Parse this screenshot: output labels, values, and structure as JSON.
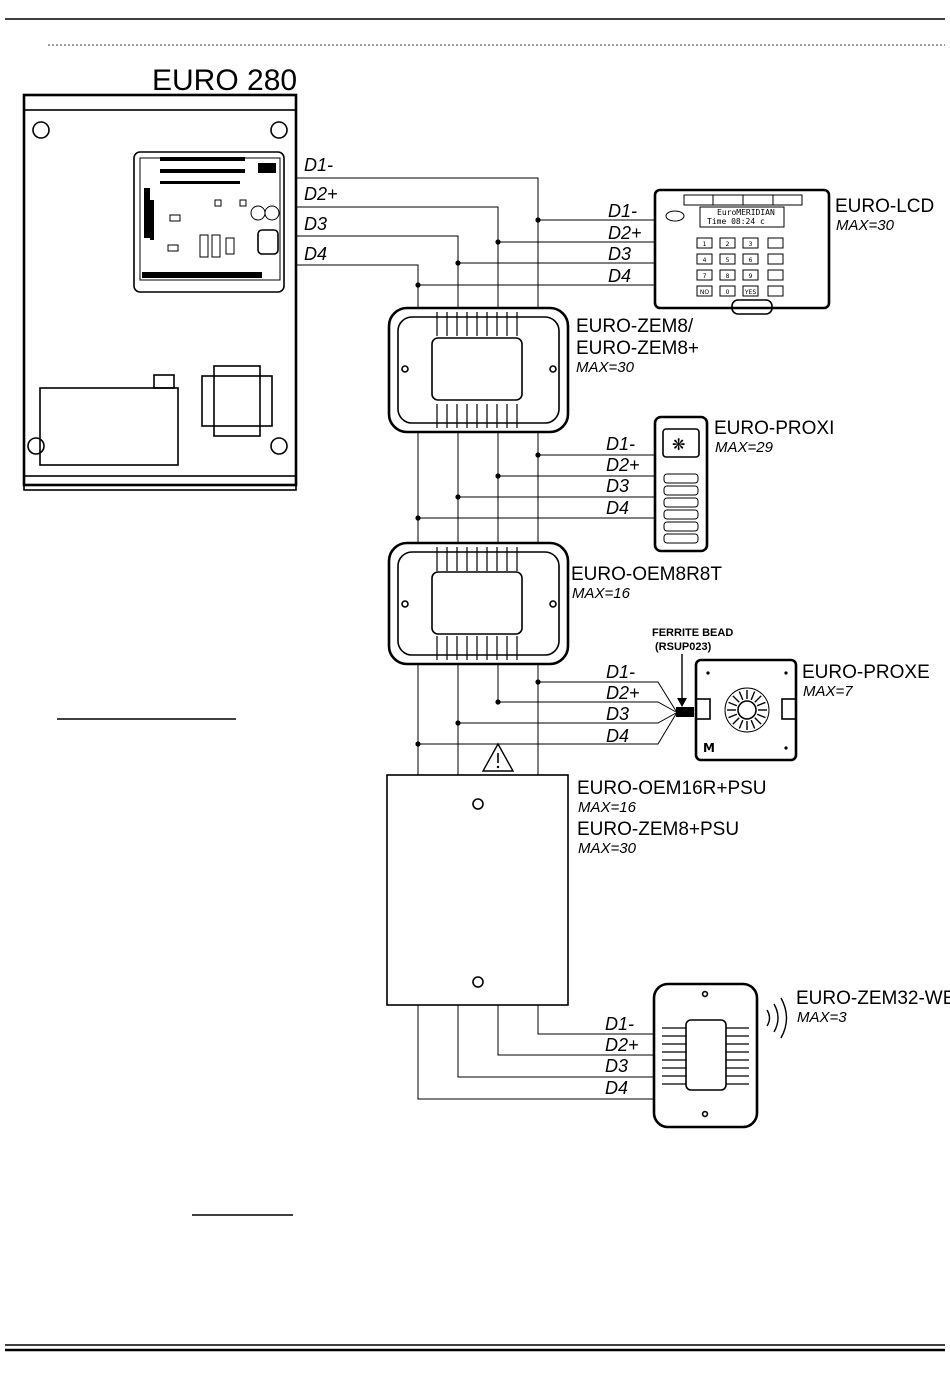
{
  "panel": {
    "title": "EURO 280"
  },
  "bus": {
    "main": [
      "D1-",
      "D2+",
      "D3",
      "D4"
    ],
    "lcd": [
      "D1-",
      "D2+",
      "D3",
      "D4"
    ],
    "proxi": [
      "D1-",
      "D2+",
      "D3",
      "D4"
    ],
    "proxe": [
      "D1-",
      "D2+",
      "D3",
      "D4"
    ],
    "wireless": [
      "D1-",
      "D2+",
      "D3",
      "D4"
    ]
  },
  "devices": {
    "lcd": {
      "name": "EURO-LCD",
      "max": "MAX=30",
      "screen_line1": "EuroMERIDIAN",
      "screen_line2": "Time     08:24 c",
      "keys": [
        "1",
        "2",
        "3",
        "4",
        "5",
        "6",
        "7",
        "8",
        "9",
        "NO",
        "0",
        "YES"
      ]
    },
    "zem8": {
      "name_line1": "EURO-ZEM8/",
      "name_line2": "EURO-ZEM8+",
      "max": "MAX=30"
    },
    "proxi": {
      "name": "EURO-PROXI",
      "max": "MAX=29"
    },
    "oem8": {
      "name": "EURO-OEM8R8T",
      "max": "MAX=16"
    },
    "proxe": {
      "name": "EURO-PROXE",
      "max": "MAX=7"
    },
    "ferrite": {
      "line1": "FERRITE BEAD",
      "line2": "(RSUP023)"
    },
    "psu": {
      "name1": "EURO-OEM16R+PSU",
      "max1": "MAX=16",
      "name2": "EURO-ZEM8+PSU",
      "max2": "MAX=30"
    },
    "zem32": {
      "name": "EURO-ZEM32-WE",
      "max": "MAX=3"
    }
  },
  "icons": [
    "warning-icon",
    "wireless-signal-icon",
    "proximity-reader-icon",
    "lcd-keypad-icon"
  ]
}
